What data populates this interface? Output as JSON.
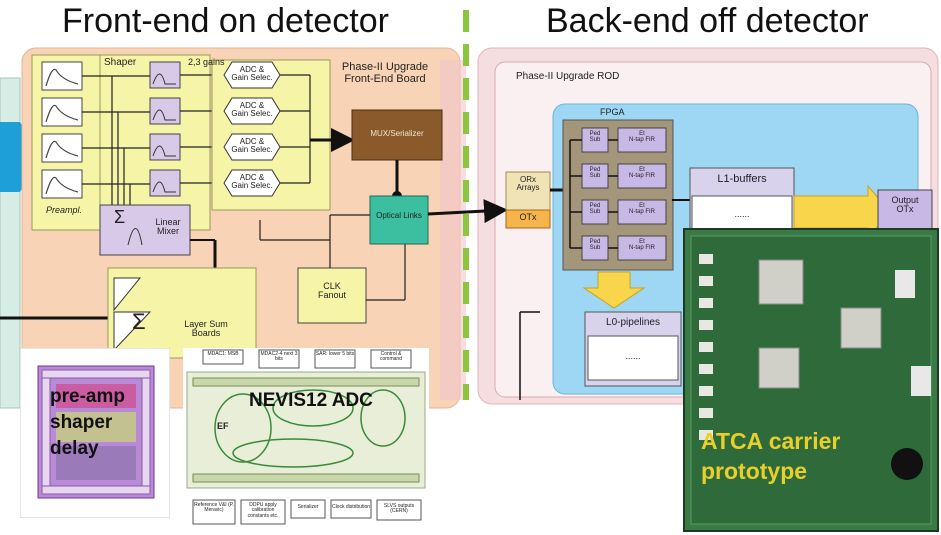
{
  "titles": {
    "front_end": "Front-end on detector",
    "back_end": "Back-end off detector"
  },
  "front_end_board": {
    "title_line1": "Phase-II Upgrade",
    "title_line2": "Front-End Board",
    "shaper": "Shaper",
    "gains": "2,3 gains",
    "preampl": "Preampl.",
    "adc_line1": "ADC &",
    "adc_line2": "Gain Selec.",
    "mux": "MUX/Serializer",
    "optical": "Optical Links",
    "linear_mixer_line1": "Linear",
    "linear_mixer_line2": "Mixer",
    "clk_line1": "CLK",
    "clk_line2": "Fanout",
    "layer_sum_line1": "Layer Sum",
    "layer_sum_line2": "Boards",
    "sigma": "Σ"
  },
  "back_end_rod": {
    "title": "Phase-II Upgrade ROD",
    "fpga": "FPGA",
    "orx_line1": "ORx",
    "orx_line2": "Arrays",
    "otx": "OTx",
    "ped_line1": "Ped",
    "ped_line2": "Sub",
    "et_line1": "Et",
    "et_line2": "N-tap FIR",
    "l1_buffers": "L1-buffers",
    "output_line1": "Output",
    "output_line2": "OTx",
    "l0_pipelines": "L0-pipelines",
    "dots": "......"
  },
  "asic_preamp": {
    "labels": [
      "pre-amp",
      "shaper",
      "delay"
    ]
  },
  "asic_nevis": {
    "title": "NEVIS12 ADC",
    "top_notes": [
      "MDAC1: MSB",
      "MDAC2-4 next 3 bits",
      "SAR: lower 5 bits",
      "Control & command"
    ],
    "bottom_notes": [
      "Reference V&I (P. Meravic)",
      "DDPU apply calibration constants etc.",
      "Serializer",
      "Clock distribution",
      "SLVS outputs (CERN)"
    ],
    "small_label": "EF"
  },
  "atca_photo": {
    "line1": "ATCA carrier",
    "line2": "prototype"
  },
  "colors": {
    "front_end_bg": "#f8d3b5",
    "back_end_bg": "#f5dde0",
    "fpga_bg": "#9dd7f3",
    "mux": "#8b5a2b",
    "optical": "#3cbfa0",
    "yellow_box": "#f6f4a7",
    "green_divider": "#8cc63f",
    "blue_arrow": "#1e9fd8",
    "photo_text": "#e8cf2a"
  }
}
